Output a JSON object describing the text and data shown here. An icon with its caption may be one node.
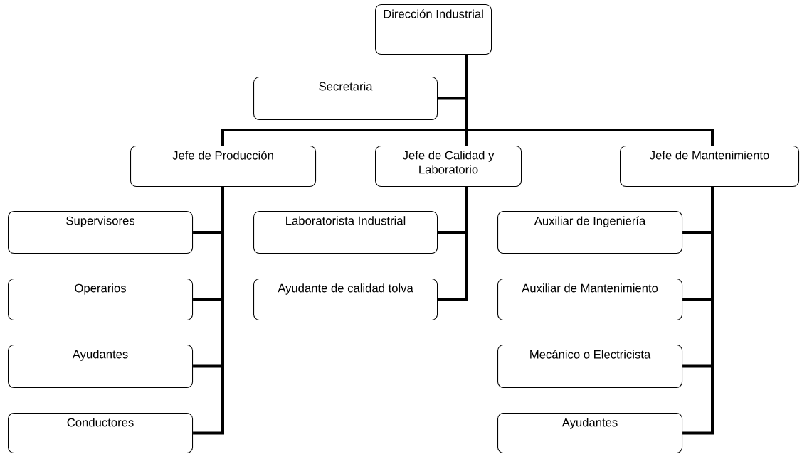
{
  "diagram": {
    "nodes": [
      {
        "text": [
          "Dirección Industrial"
        ]
      },
      {
        "text": [
          "Secretaria"
        ]
      },
      {
        "text": [
          "Jefe de Producción"
        ]
      },
      {
        "text": [
          "Jefe de Calidad y Laboratorio"
        ]
      },
      {
        "text": [
          "Jefe de Mantenimiento"
        ]
      },
      {
        "text": [
          "Supervisores"
        ]
      },
      {
        "text": [
          "Operarios"
        ]
      },
      {
        "text": [
          "Ayudantes"
        ]
      },
      {
        "text": [
          "Conductores"
        ]
      },
      {
        "text": [
          "Laboratorista Industrial"
        ]
      },
      {
        "text": [
          "Ayudante de calidad tolva"
        ]
      },
      {
        "text": [
          "Auxiliar de Ingeniería"
        ]
      },
      {
        "text": [
          "Auxiliar de Mantenimiento"
        ]
      },
      {
        "text": [
          "Mecánico o Electricista"
        ]
      },
      {
        "text": [
          "Ayudantes"
        ]
      }
    ],
    "edges": [
      {
        "from": 0,
        "to": 1,
        "arrow": "none"
      },
      {
        "from": 0,
        "to": 2,
        "arrow": "none"
      },
      {
        "from": 0,
        "to": 3,
        "arrow": "none"
      },
      {
        "from": 0,
        "to": 4,
        "arrow": "none"
      },
      {
        "from": 2,
        "to": 5,
        "arrow": "none"
      },
      {
        "from": 2,
        "to": 6,
        "arrow": "none"
      },
      {
        "from": 2,
        "to": 7,
        "arrow": "none"
      },
      {
        "from": 2,
        "to": 8,
        "arrow": "none"
      },
      {
        "from": 3,
        "to": 9,
        "arrow": "none"
      },
      {
        "from": 3,
        "to": 10,
        "arrow": "none"
      },
      {
        "from": 4,
        "to": 11,
        "arrow": "none"
      },
      {
        "from": 4,
        "to": 12,
        "arrow": "none"
      },
      {
        "from": 4,
        "to": 13,
        "arrow": "none"
      },
      {
        "from": 4,
        "to": 14,
        "arrow": "none"
      }
    ]
  }
}
